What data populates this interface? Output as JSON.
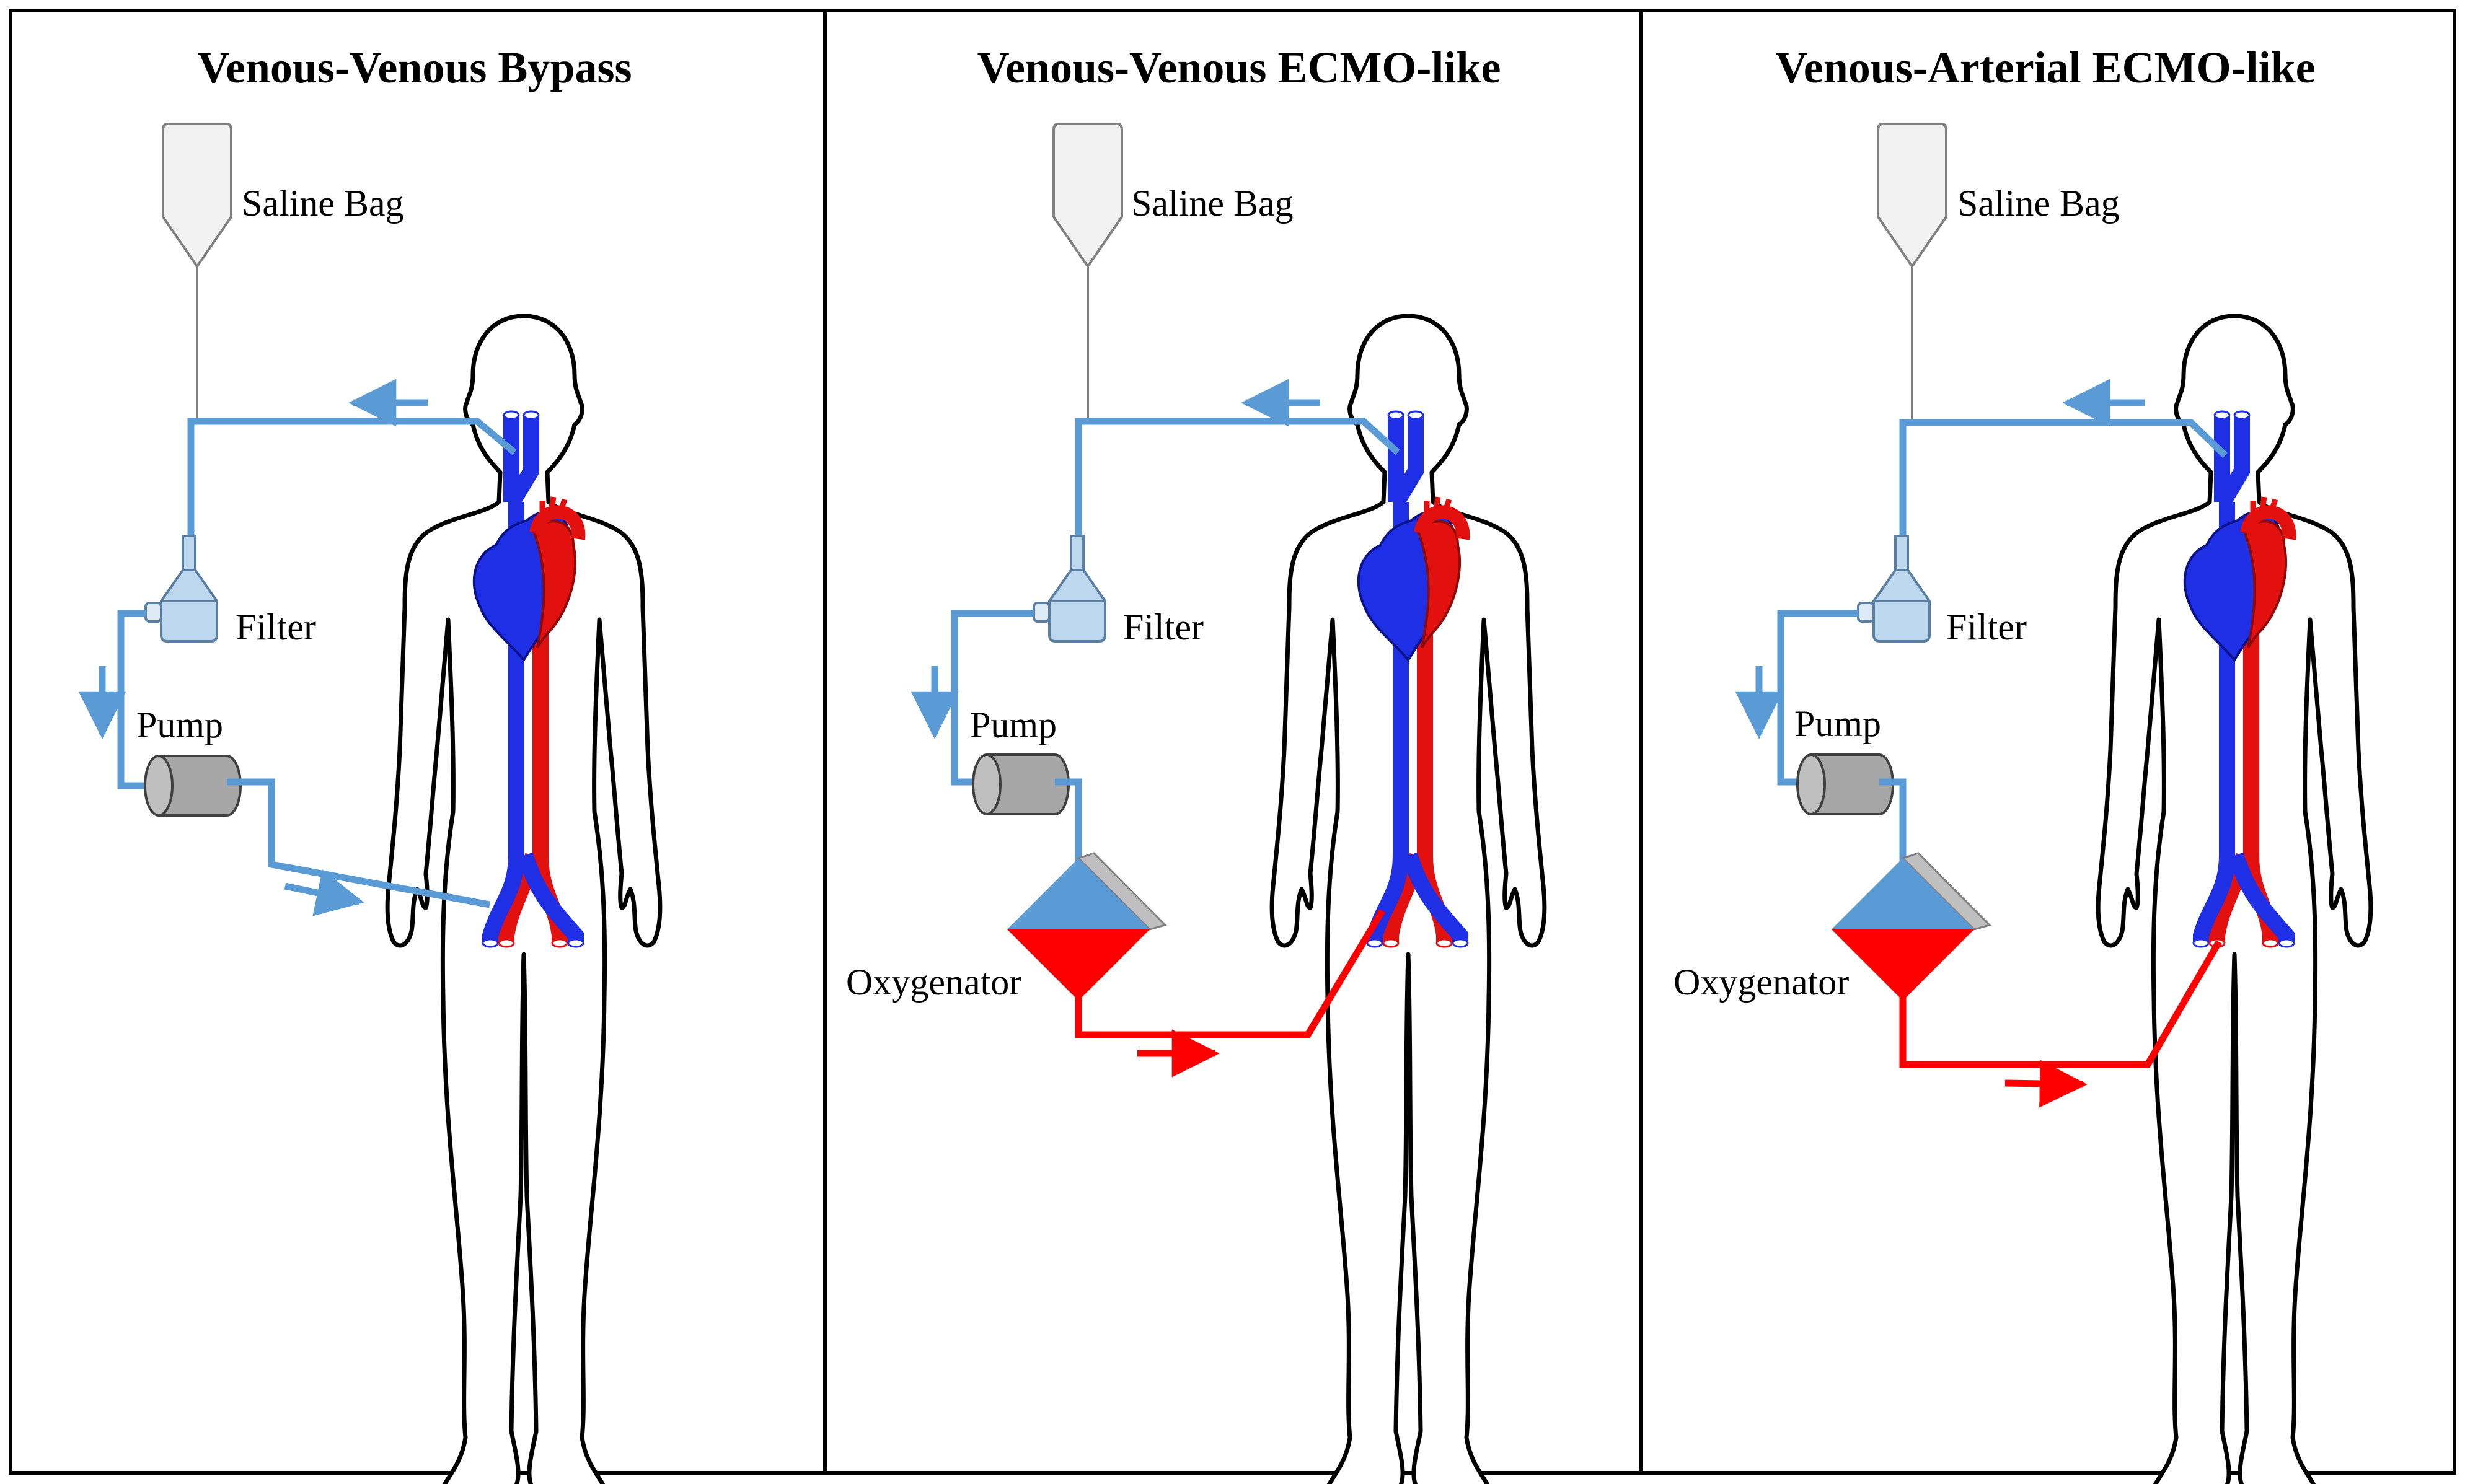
{
  "panels": [
    {
      "title": "Venous-Venous Bypass",
      "labels": {
        "saline_bag": "Saline Bag",
        "filter": "Filter",
        "pump": "Pump"
      }
    },
    {
      "title": "Venous-Venous ECMO-like",
      "labels": {
        "saline_bag": "Saline Bag",
        "filter": "Filter",
        "pump": "Pump",
        "oxygenator": "Oxygenator"
      }
    },
    {
      "title": "Venous-Arterial ECMO-like",
      "labels": {
        "saline_bag": "Saline Bag",
        "filter": "Filter",
        "pump": "Pump",
        "oxygenator": "Oxygenator"
      }
    }
  ],
  "colors": {
    "venous_tube": "#5b9bd5",
    "arterial_tube": "#ff0000",
    "vein": "#1f2fe6",
    "artery": "#e31010",
    "saline_bag": "#f2f2f2",
    "filter": "#bdd7ee",
    "pump": "#a6a6a6"
  }
}
